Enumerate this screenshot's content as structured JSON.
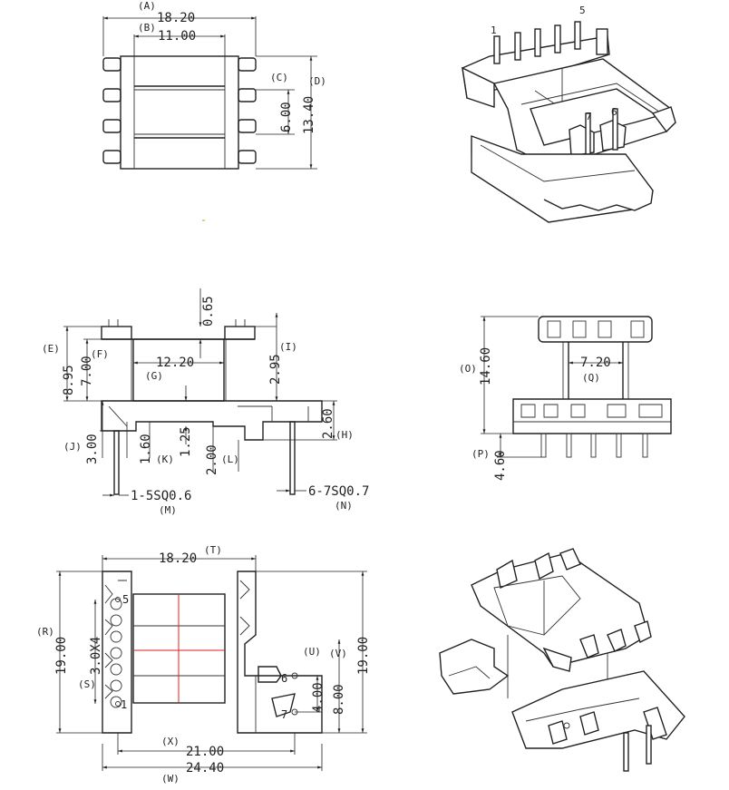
{
  "top_view": {
    "callouts": [
      "(A)",
      "(B)",
      "(C)",
      "(D)"
    ],
    "dims": [
      "18.20",
      "11.00",
      "6.00",
      "13.40"
    ]
  },
  "iso_top": {
    "pins": [
      "1",
      "5",
      "7",
      "6"
    ]
  },
  "side_view": {
    "callouts": [
      "(E)",
      "(F)",
      "(G)",
      "(I)",
      "(J)",
      "(K)",
      "(L)",
      "(H)",
      "(M)",
      "(N)"
    ],
    "dims": [
      "0.65",
      "8.95",
      "7.00",
      "12.20",
      "2.95",
      "3.00",
      "1.60",
      "1.25",
      "2.00",
      "2.60"
    ],
    "pin_notes": [
      "1-5SQ0.6",
      "6-7SQ0.7"
    ]
  },
  "end_view": {
    "callouts": [
      "(O)",
      "(Q)",
      "(P)"
    ],
    "dims": [
      "14.60",
      "7.20",
      "4.60"
    ]
  },
  "bottom_view": {
    "callouts": [
      "(T)",
      "(R)",
      "(S)",
      "(U)",
      "(V)",
      "(X)",
      "(W)"
    ],
    "dims": [
      "18.20",
      "19.00",
      "3.0X4",
      "4.00",
      "8.00",
      "19.00",
      "21.00",
      "24.40"
    ],
    "pins": [
      "5",
      "1",
      "6",
      "7"
    ]
  }
}
